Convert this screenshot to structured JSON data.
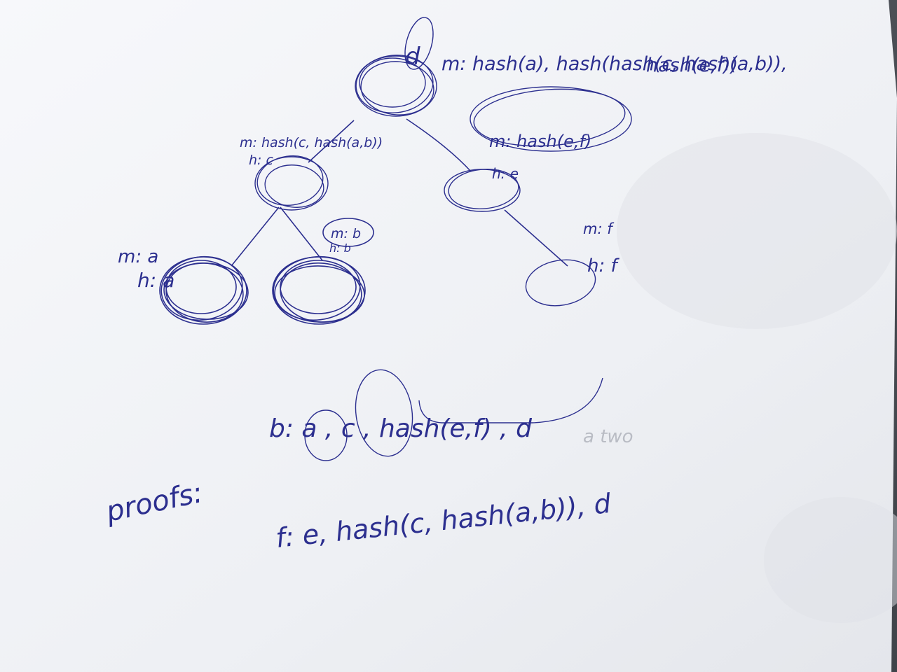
{
  "diagram": {
    "root": {
      "label": "d",
      "annotation_line1": "m: hash(a), hash(hash(c, hash(a,b)),",
      "annotation_line2": "hash(e,f))"
    },
    "node_c": {
      "m_label": "m: hash(c, hash(a,b))",
      "h_label": "h: c"
    },
    "node_e": {
      "m_label": "m: hash(e,f)",
      "h_label": "h: e"
    },
    "node_a": {
      "m_label": "m: a",
      "h_label": "h: a"
    },
    "node_b": {
      "m_label": "m: b",
      "h_label": "h: b"
    },
    "node_f": {
      "m_label": "m: f",
      "h_label": "h: f"
    }
  },
  "proofs": {
    "heading": "proofs:",
    "proof_b": "b: a , c , hash(e,f) , d",
    "proof_f": "f: e, hash(c, hash(a,b)), d",
    "faint_word": "a two"
  },
  "colors": {
    "ink": "#2c2f8f",
    "paper": "#f2f3f7",
    "background": "#4a4e55"
  }
}
